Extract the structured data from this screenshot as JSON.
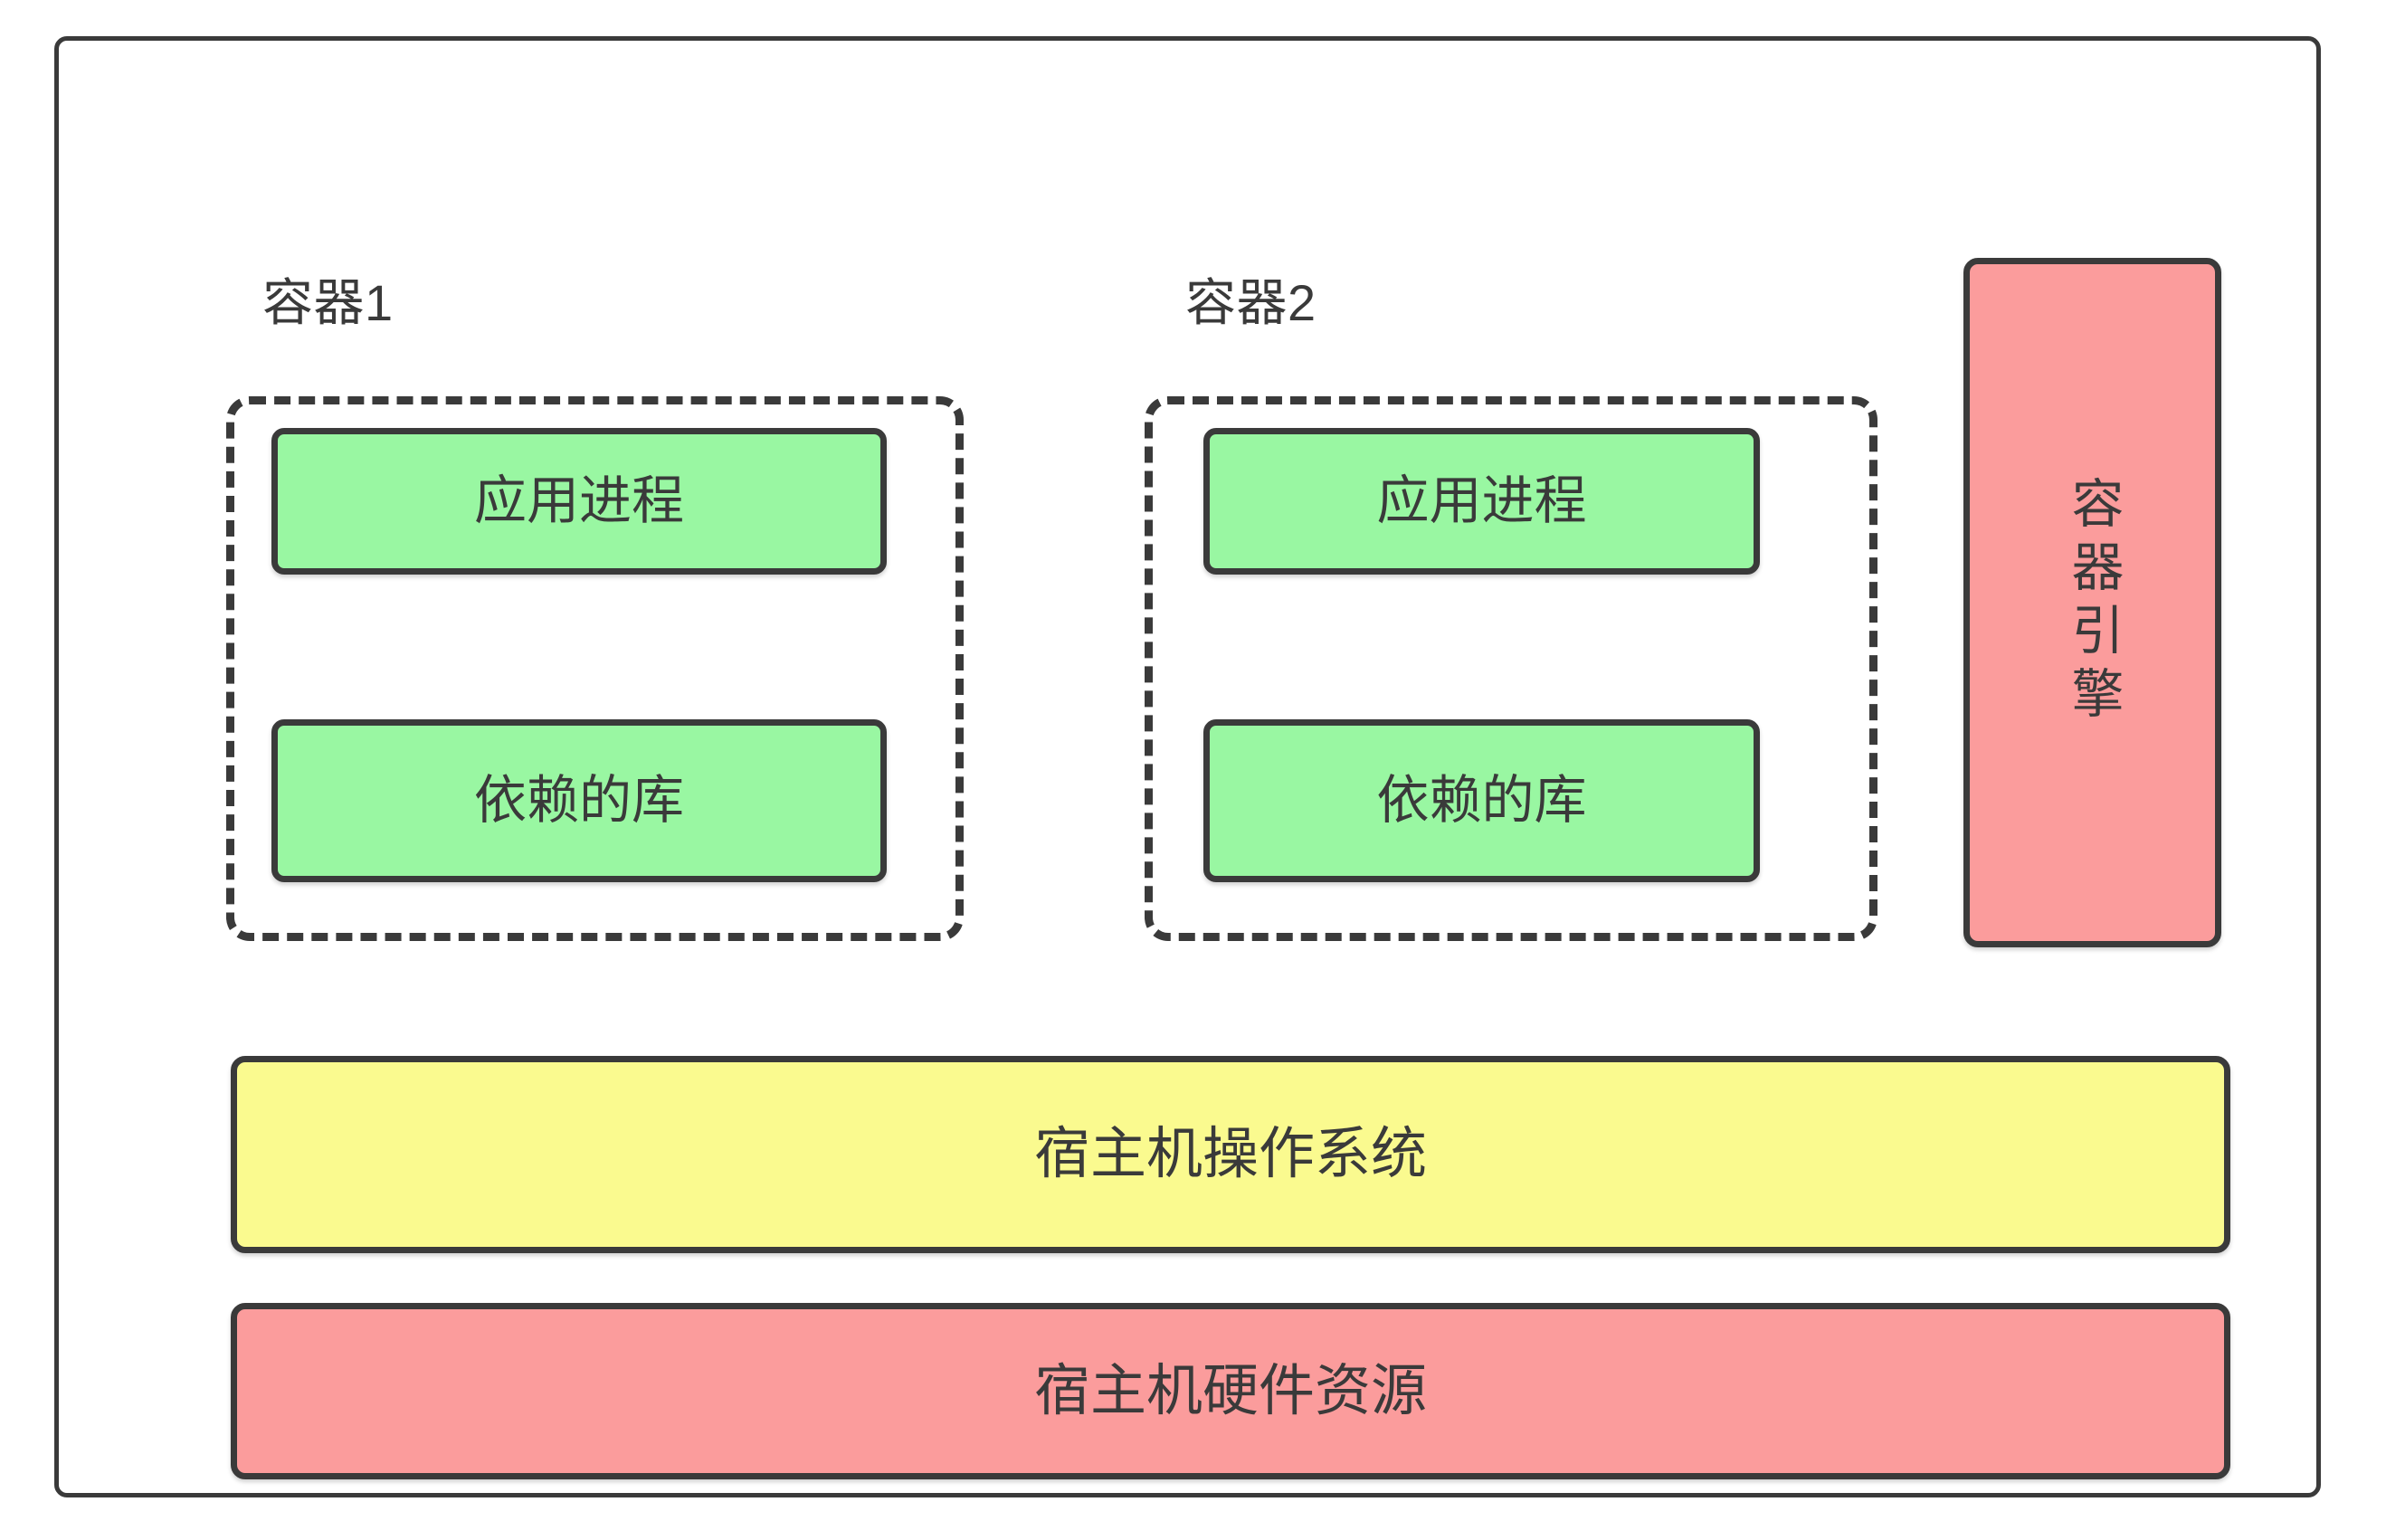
{
  "diagram": {
    "title_visible": false,
    "background": "#ffffff",
    "frame": {
      "border_color": "#3a3a3a"
    },
    "palette": {
      "green": "#99f7a2",
      "yellow": "#fafa8f",
      "pink": "#fb9c9c",
      "stroke": "#3a3a3a"
    },
    "containers": [
      {
        "label": "容器1",
        "app_process": "应用进程",
        "libraries": "依赖的库"
      },
      {
        "label": "容器2",
        "app_process": "应用进程",
        "libraries": "依赖的库"
      }
    ],
    "engine": {
      "label": "容器引擎",
      "orientation": "vertical"
    },
    "layers": [
      {
        "label": "宿主机操作系统",
        "color": "#fafa8f"
      },
      {
        "label": "宿主机硬件资源",
        "color": "#fb9c9c"
      }
    ]
  }
}
